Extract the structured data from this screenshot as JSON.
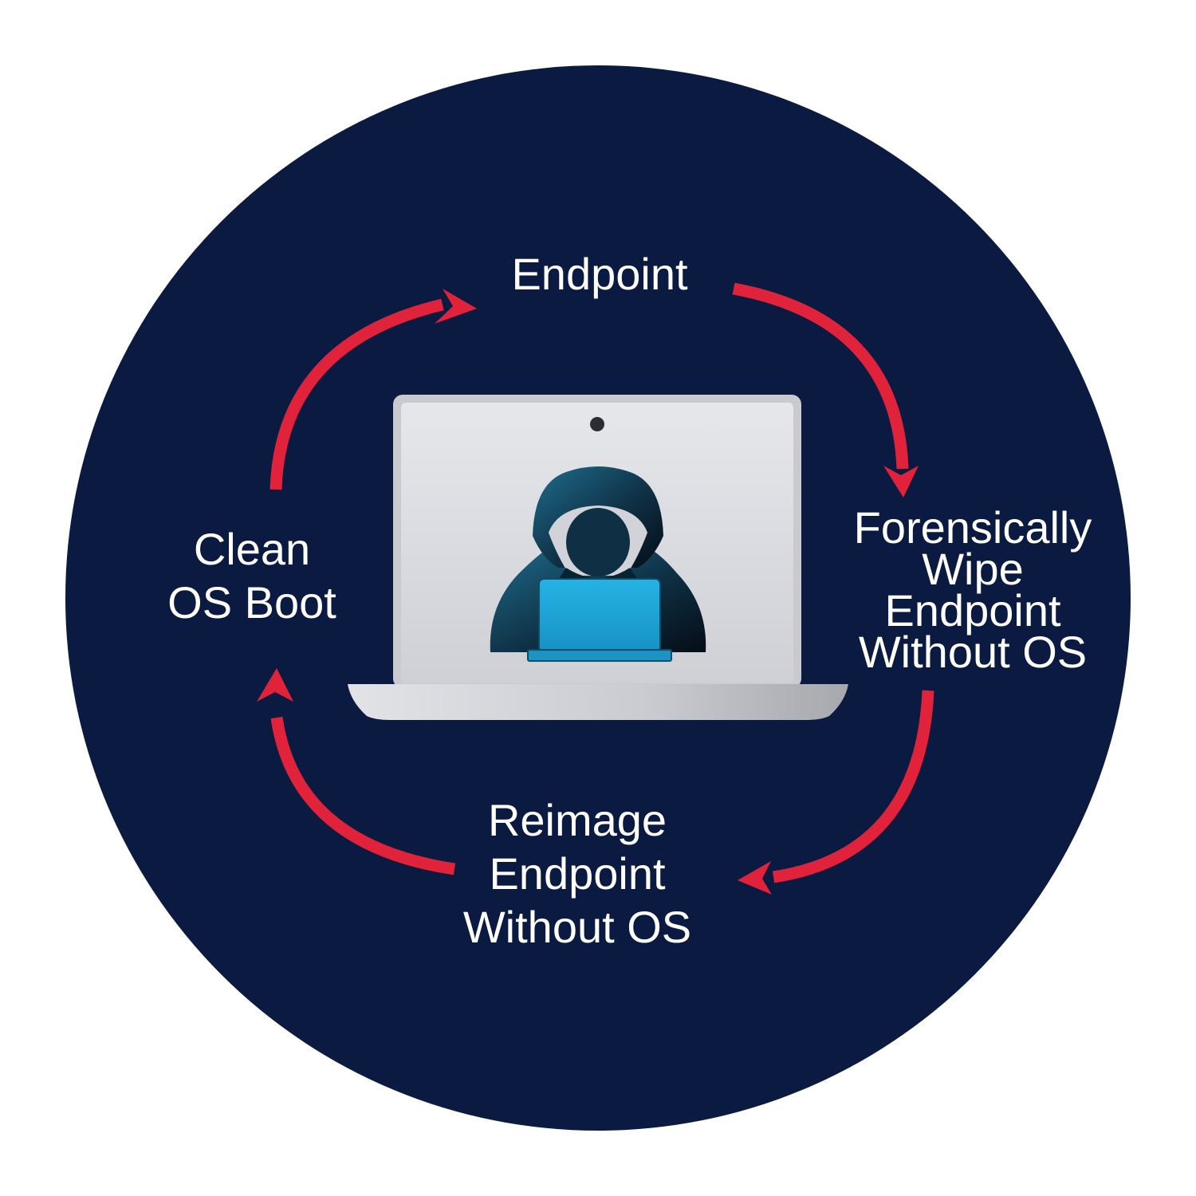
{
  "cycle": {
    "top_label": "Endpoint",
    "right_label": [
      "Forensically",
      "Wipe",
      "Endpoint",
      "Without OS"
    ],
    "bottom_label": [
      "Reimage",
      "Endpoint",
      "Without OS"
    ],
    "left_label": [
      "Clean",
      "OS Boot"
    ]
  },
  "colors": {
    "background_circle": "#0b1a40",
    "arrow": "#e0223a",
    "label_text": "#ffffff",
    "laptop_body": "#d8d9de",
    "laptop_base": "#c4c5ca",
    "hacker_dark": "#0c1f30",
    "hacker_teal": "#1f6c8a",
    "hacker_screen": "#1ca6d6"
  },
  "icons": [
    "laptop-icon",
    "hooded-hacker-icon",
    "cycle-arrow-icon"
  ]
}
